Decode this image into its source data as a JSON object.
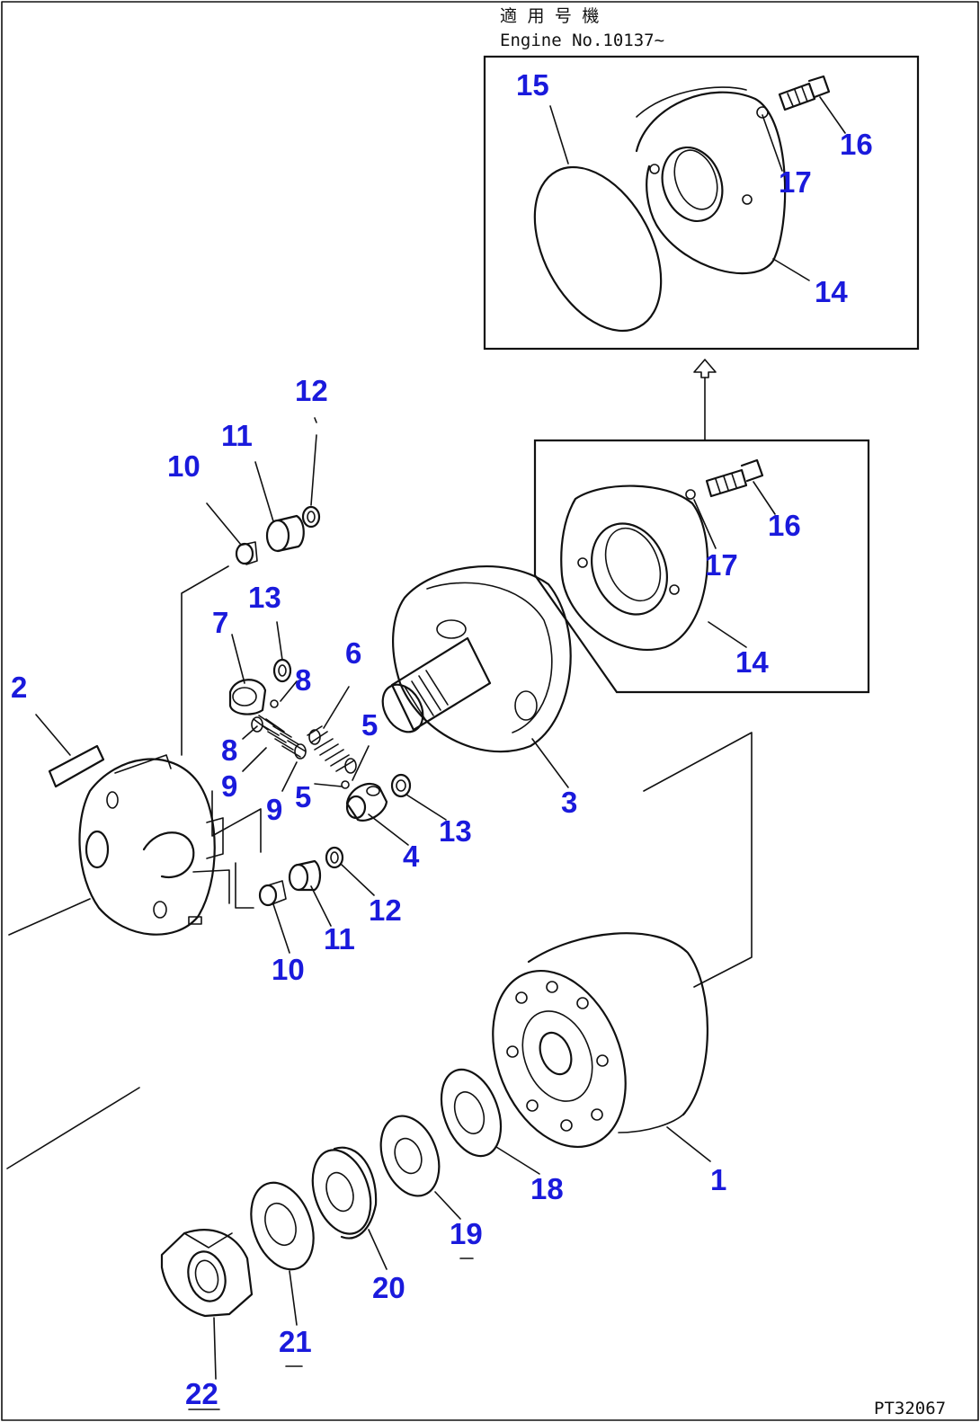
{
  "colors": {
    "callout": "#1a1adc",
    "line": "#111111"
  },
  "header_note": {
    "line1": "適 用 号 機",
    "line2": "Engine No.10137~"
  },
  "figure_code": "PT32067",
  "callouts": [
    {
      "id": "c15",
      "label": "15"
    },
    {
      "id": "c16a",
      "label": "16"
    },
    {
      "id": "c17a",
      "label": "17"
    },
    {
      "id": "c14a",
      "label": "14"
    },
    {
      "id": "c16b",
      "label": "16"
    },
    {
      "id": "c17b",
      "label": "17"
    },
    {
      "id": "c14b",
      "label": "14"
    },
    {
      "id": "c12a",
      "label": "12"
    },
    {
      "id": "c11a",
      "label": "11"
    },
    {
      "id": "c10a",
      "label": "10"
    },
    {
      "id": "c13a",
      "label": "13"
    },
    {
      "id": "c7",
      "label": "7"
    },
    {
      "id": "c8a",
      "label": "8"
    },
    {
      "id": "c6",
      "label": "6"
    },
    {
      "id": "c2",
      "label": "2"
    },
    {
      "id": "c5a",
      "label": "5"
    },
    {
      "id": "c8b",
      "label": "8"
    },
    {
      "id": "c9a",
      "label": "9"
    },
    {
      "id": "c9b",
      "label": "9"
    },
    {
      "id": "c5b",
      "label": "5"
    },
    {
      "id": "c3",
      "label": "3"
    },
    {
      "id": "c13b",
      "label": "13"
    },
    {
      "id": "c4",
      "label": "4"
    },
    {
      "id": "c12b",
      "label": "12"
    },
    {
      "id": "c11b",
      "label": "11"
    },
    {
      "id": "c10b",
      "label": "10"
    },
    {
      "id": "c1",
      "label": "1"
    },
    {
      "id": "c18",
      "label": "18"
    },
    {
      "id": "c19",
      "label": "19"
    },
    {
      "id": "c20",
      "label": "20"
    },
    {
      "id": "c21",
      "label": "21"
    },
    {
      "id": "c22",
      "label": "22"
    }
  ]
}
